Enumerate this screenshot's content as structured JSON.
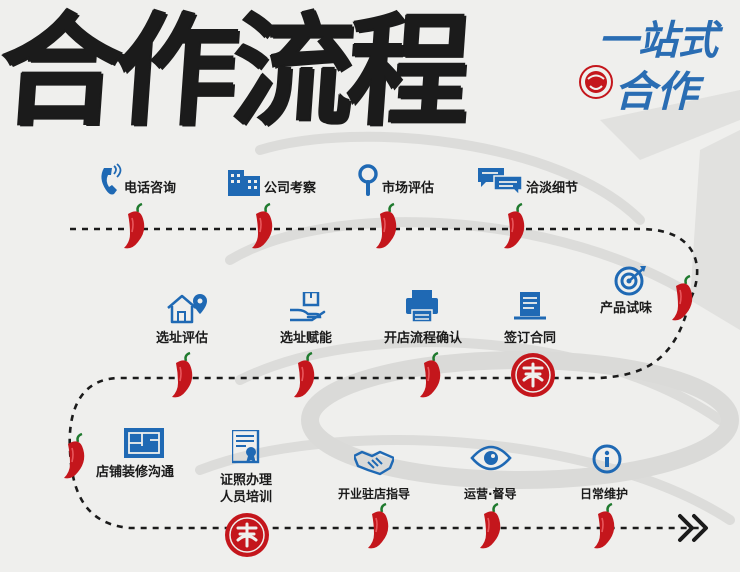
{
  "header": {
    "title": "合作流程",
    "slogan_line1": "一站式",
    "slogan_line2": "合作"
  },
  "steps": [
    {
      "label": "电话咨询",
      "icon": "phone-icon"
    },
    {
      "label": "公司考察",
      "icon": "building-icon"
    },
    {
      "label": "市场评估",
      "icon": "magnifier-icon"
    },
    {
      "label": "洽淡细节",
      "icon": "chat-bubbles-icon"
    },
    {
      "label": "产品试味",
      "icon": "target-icon"
    },
    {
      "label": "签订合同",
      "icon": "contract-icon"
    },
    {
      "label": "开店流程确认",
      "icon": "printer-icon"
    },
    {
      "label": "选址赋能",
      "icon": "hand-box-icon"
    },
    {
      "label": "选址评估",
      "icon": "location-house-icon"
    },
    {
      "label": "店铺装修沟通",
      "icon": "blueprint-icon"
    },
    {
      "label": "证照办理",
      "label2": "人员培训",
      "icon": "certificate-icon"
    },
    {
      "label": "开业驻店指导",
      "icon": "handshake-icon"
    },
    {
      "label": "运营·督导",
      "icon": "eye-icon"
    },
    {
      "label": "日常维护",
      "icon": "info-icon"
    }
  ],
  "colors": {
    "accent_blue": "#1f69b4",
    "chili_red": "#c4161c",
    "title_black": "#1b1b1b",
    "path_dash": "#1b1b1b"
  }
}
